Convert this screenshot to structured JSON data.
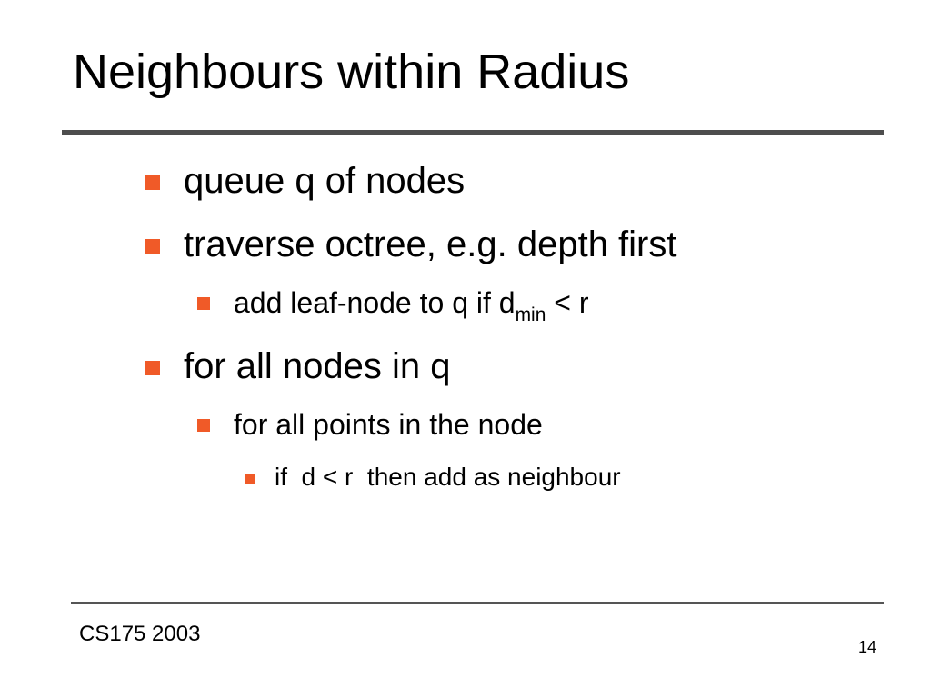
{
  "slide": {
    "title": "Neighbours within Radius",
    "bullets": [
      {
        "text": "queue q of nodes"
      },
      {
        "text": "traverse octree, e.g. depth first"
      },
      {
        "text_before": "add leaf-node to q if d",
        "subscript": "min",
        "text_after": " < r"
      },
      {
        "text": "for all nodes in q"
      },
      {
        "text": "for all points in the node"
      },
      {
        "text": "if  d < r  then add as neighbour"
      }
    ]
  },
  "footer": {
    "course": "CS175 2003",
    "page_number": "14"
  },
  "colors": {
    "bullet_marker": "#f05a28",
    "rule": "#4d4d4d",
    "text": "#000000",
    "background": "#ffffff"
  }
}
